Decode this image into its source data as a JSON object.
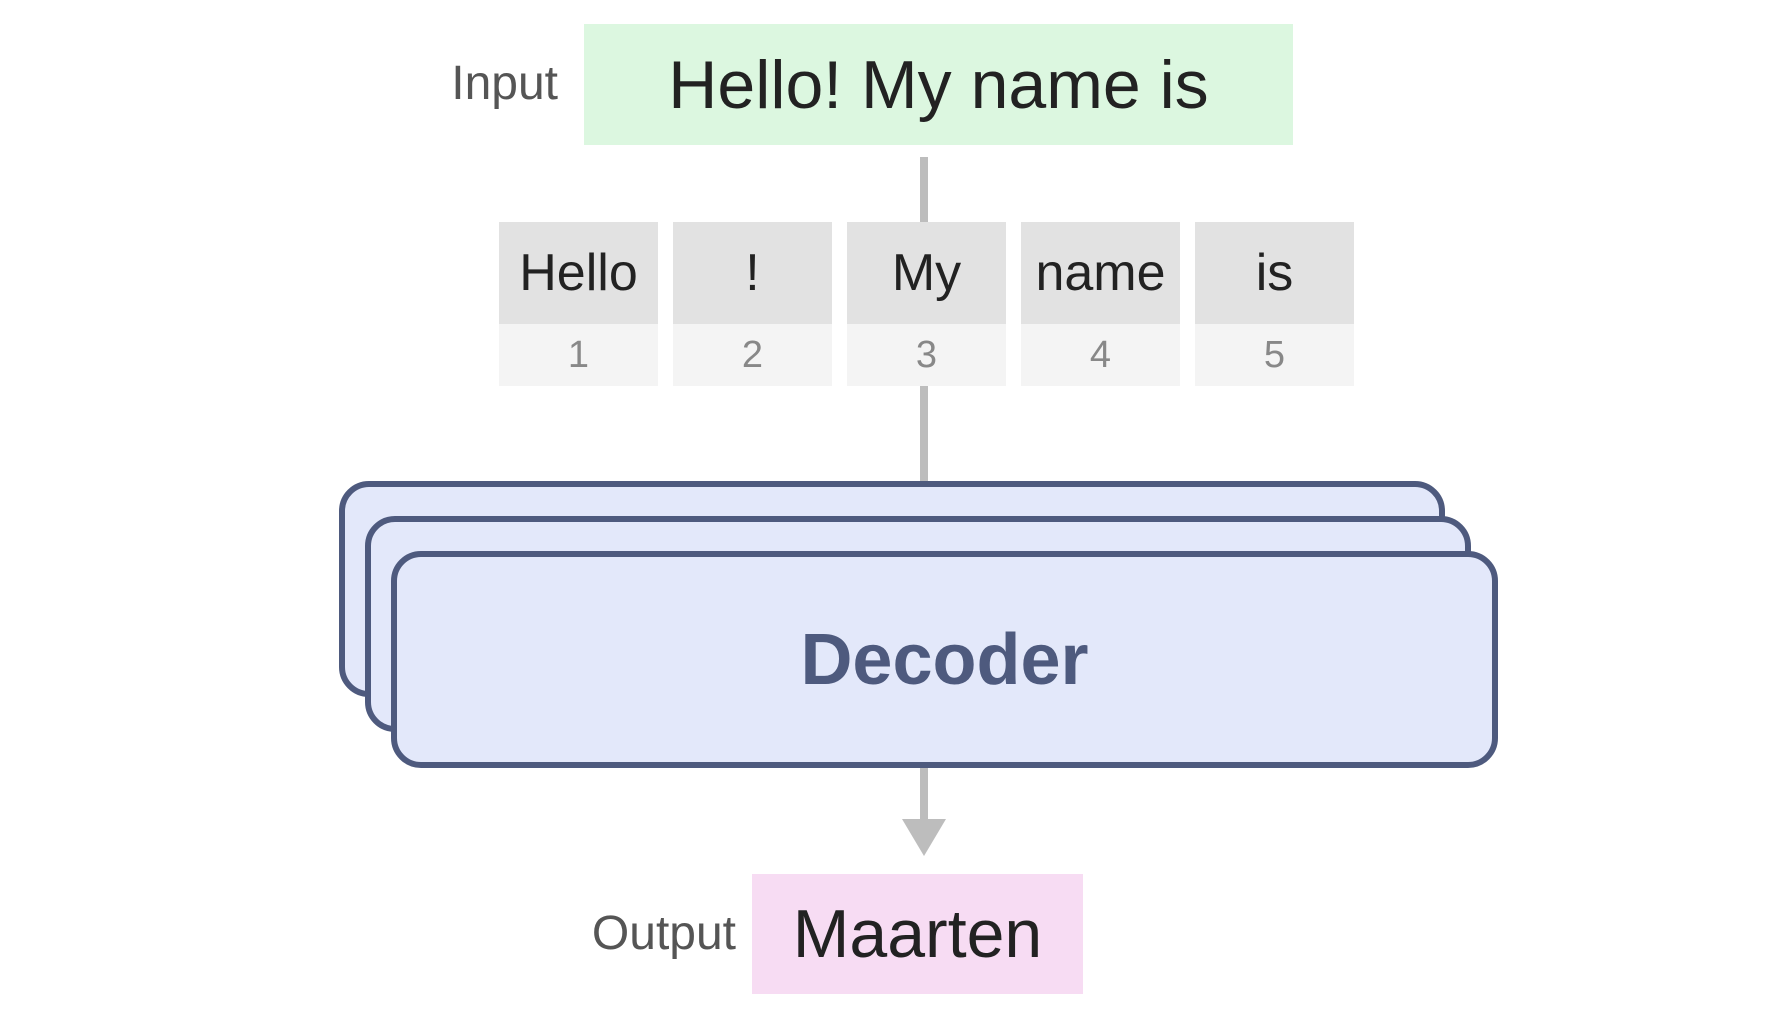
{
  "input": {
    "label": "Input",
    "text": "Hello! My name is"
  },
  "tokens": [
    {
      "text": "Hello",
      "id": "1"
    },
    {
      "text": "!",
      "id": "2"
    },
    {
      "text": "My",
      "id": "3"
    },
    {
      "text": "name",
      "id": "4"
    },
    {
      "text": "is",
      "id": "5"
    }
  ],
  "decoder": {
    "label": "Decoder"
  },
  "output": {
    "label": "Output",
    "text": "Maarten"
  },
  "colors": {
    "input_fill": "#dcf7e0",
    "output_fill": "#f7dcf3",
    "decoder_fill": "#e3e8fa",
    "decoder_border": "#4e5a7e",
    "token_fill": "#e2e2e2",
    "token_id_fill": "#f4f4f4",
    "connector": "#bdbdbd"
  }
}
